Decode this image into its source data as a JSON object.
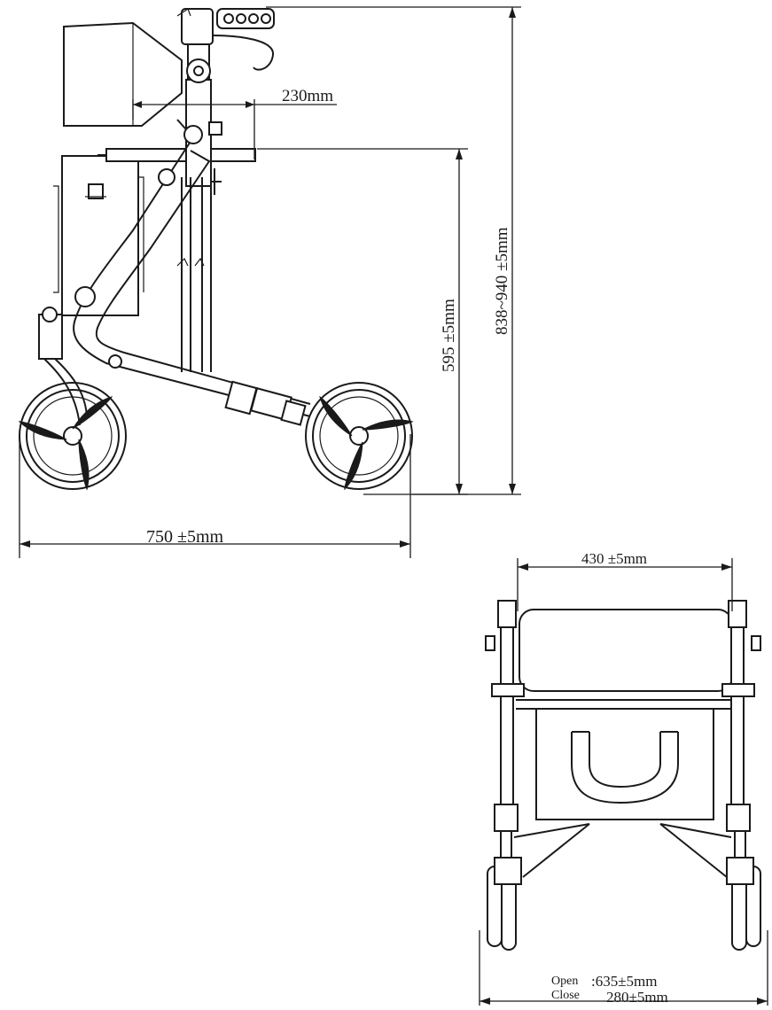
{
  "dimensions": {
    "handle_offset": "230mm",
    "seat_height": "595  ±5mm",
    "handle_height": "838~940  ±5mm",
    "length": "750  ±5mm",
    "width": "430  ±5mm",
    "open_label": "Open",
    "open_value": ":635±5mm",
    "close_label": "Close",
    "close_value": "280±5mm"
  }
}
